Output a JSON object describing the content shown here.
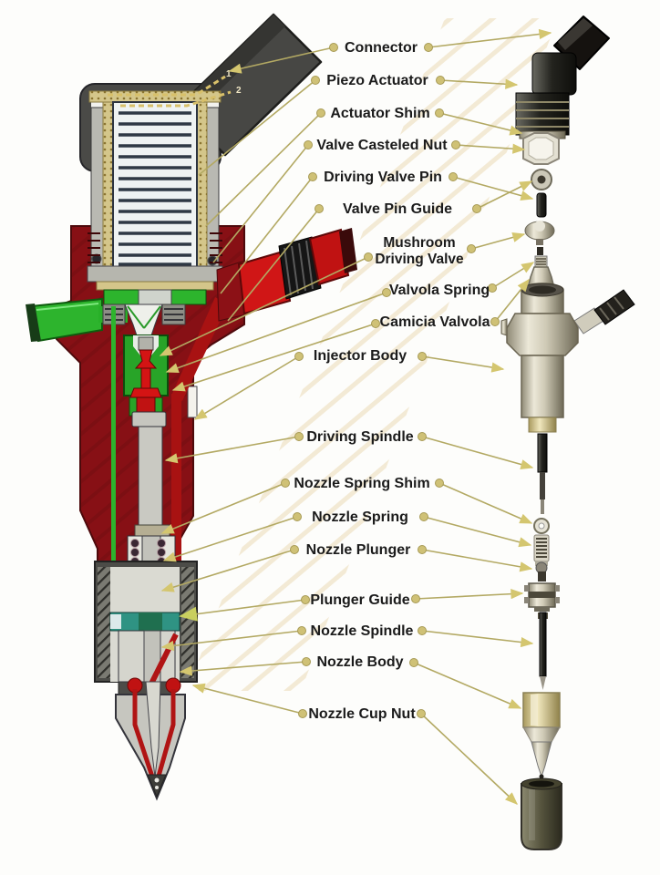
{
  "figure": {
    "type": "exploded-parts-diagram",
    "subject": "Piezo diesel fuel injector cross-section with exploded component photos",
    "labels": [
      {
        "id": "connector",
        "text": "Connector"
      },
      {
        "id": "piezo-actuator",
        "text": "Piezo Actuator"
      },
      {
        "id": "actuator-shim",
        "text": "Actuator Shim"
      },
      {
        "id": "valve-casteled-nut",
        "text": "Valve Casteled Nut"
      },
      {
        "id": "driving-valve-pin",
        "text": "Driving Valve Pin"
      },
      {
        "id": "valve-pin-guide",
        "text": "Valve Pin Guide"
      },
      {
        "id": "mushroom-driving-valve",
        "text": "Mushroom",
        "text_line2": "Driving Valve"
      },
      {
        "id": "valvola-spring",
        "text": "Valvola Spring"
      },
      {
        "id": "camicia-valvola",
        "text": "Camicia Valvola"
      },
      {
        "id": "injector-body",
        "text": "Injector Body"
      },
      {
        "id": "driving-spindle",
        "text": "Driving Spindle"
      },
      {
        "id": "nozzle-spring-shim",
        "text": "Nozzle Spring Shim"
      },
      {
        "id": "nozzle-spring",
        "text": "Nozzle Spring"
      },
      {
        "id": "nozzle-plunger",
        "text": "Nozzle Plunger"
      },
      {
        "id": "plunger-guide",
        "text": "Plunger Guide"
      },
      {
        "id": "nozzle-spindle",
        "text": "Nozzle Spindle"
      },
      {
        "id": "nozzle-body",
        "text": "Nozzle Body"
      },
      {
        "id": "nozzle-cup-nut",
        "text": "Nozzle Cup Nut"
      }
    ],
    "connector_pin_numbers": [
      "1",
      "2"
    ],
    "colors": {
      "body_red": "#871015",
      "fuel_red": "#d01616",
      "passage_green": "#2db42d",
      "guide_teal": "#2f9383",
      "metal_gray": "#c9c9c2",
      "housing_gray": "#4a4a47",
      "leader_olive": "#b3a963",
      "label_text": "#1b1b1b",
      "background": "#fdfdfb"
    }
  }
}
